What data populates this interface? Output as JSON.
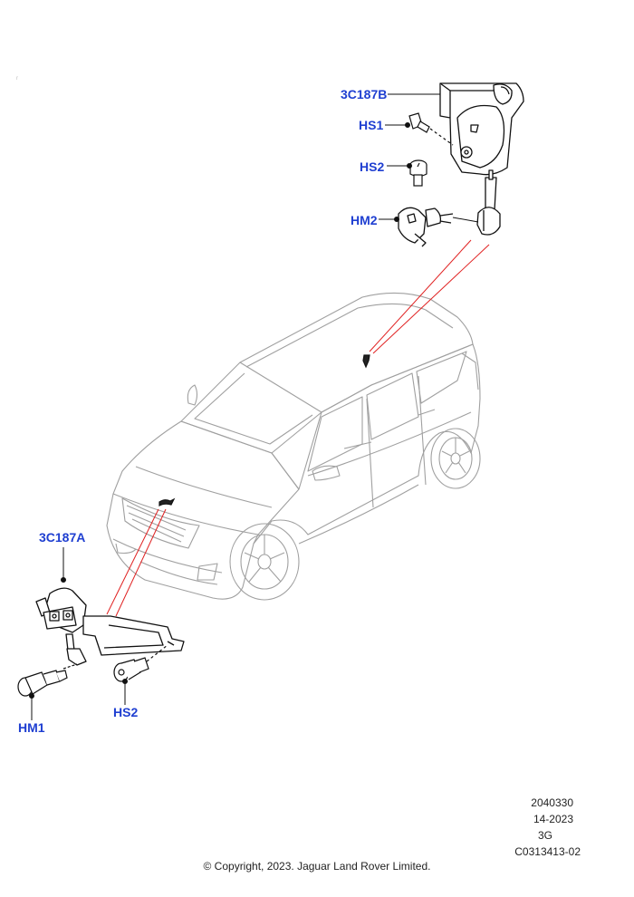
{
  "callouts": {
    "rear_sensor": "3C187B",
    "rear_screw": "HS1",
    "rear_bolt": "HS2",
    "rear_nut": "HM2",
    "front_sensor": "3C187A",
    "front_bolt": "HS2",
    "front_nut": "HM1"
  },
  "drawing_info": {
    "illustration_number": "2040330",
    "model_year": "14-2023",
    "variant": "3G",
    "reference": "C0313413-02"
  },
  "copyright": "© Copyright, 2023. Jaguar Land Rover Limited.",
  "colors": {
    "callout": "#1f3fd1",
    "leader_red": "#e02020",
    "line": "#111111",
    "vehicle": "#9a9a9a"
  }
}
